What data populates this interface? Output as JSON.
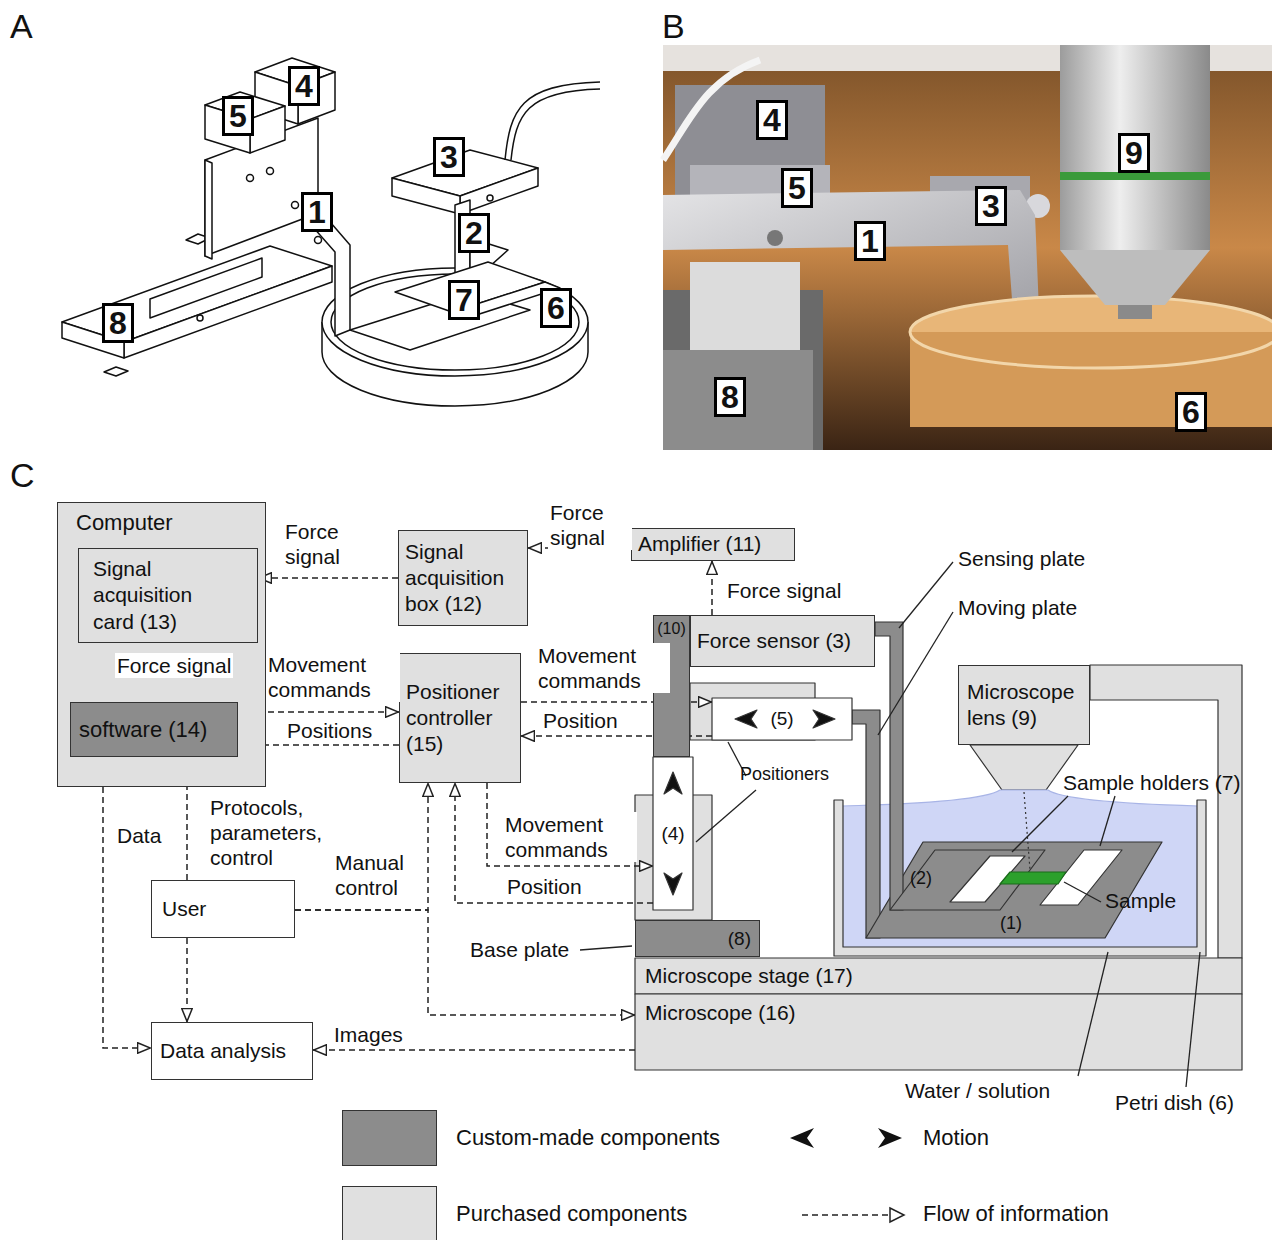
{
  "diagram": {
    "nodes": [
      {
        "text": [
          "Computer"
        ]
      },
      {
        "text": [
          "Signal acquisition card (13)"
        ],
        "in": 0
      },
      {
        "text": [
          "software (14)"
        ],
        "in": 0
      },
      {
        "text": [
          "Signal acquisition box (12)"
        ]
      },
      {
        "text": [
          "Amplifier (11)"
        ]
      },
      {
        "text": [
          "Positioner controller (15)"
        ]
      },
      {
        "text": [
          "(10)"
        ]
      },
      {
        "text": [
          "Force sensor (3)"
        ]
      },
      {
        "text": [
          "(5)"
        ]
      },
      {
        "text": [
          "(4)"
        ]
      },
      {
        "text": [
          "(8)"
        ]
      },
      {
        "text": [
          "Microscope lens (9)"
        ]
      },
      {
        "text": [
          "Microscope stage (17)"
        ]
      },
      {
        "text": [
          "Microscope (16)"
        ]
      },
      {
        "text": [
          "User"
        ]
      },
      {
        "text": [
          "Data analysis"
        ]
      }
    ],
    "edges": [
      {
        "from": 7,
        "to": 4,
        "arrow": "to",
        "label": "Force signal"
      },
      {
        "from": 4,
        "to": 3,
        "arrow": "to",
        "label": "Force signal"
      },
      {
        "from": 3,
        "to": 1,
        "arrow": "to",
        "label": "Force signal"
      },
      {
        "from": 1,
        "to": 2,
        "arrow": "to",
        "label": "Force signal"
      },
      {
        "from": 2,
        "to": 5,
        "arrow": "to",
        "label": "Movement commands"
      },
      {
        "from": 5,
        "to": 2,
        "arrow": "to",
        "label": "Positions"
      },
      {
        "from": 5,
        "to": 8,
        "arrow": "to",
        "label": "Movement commands"
      },
      {
        "from": 8,
        "to": 5,
        "arrow": "to",
        "label": "Position"
      },
      {
        "from": 5,
        "to": 9,
        "arrow": "to",
        "label": "Movement commands"
      },
      {
        "from": 9,
        "to": 5,
        "arrow": "to",
        "label": "Position"
      },
      {
        "from": 14,
        "to": 2,
        "arrow": "to",
        "label": "Protocols, parameters, control"
      },
      {
        "from": 14,
        "to": 5,
        "arrow": "to",
        "label": "Manual control"
      },
      {
        "from": 14,
        "to": 13,
        "arrow": "to"
      },
      {
        "from": 2,
        "to": 15,
        "arrow": "to",
        "label": "Data"
      },
      {
        "from": 14,
        "to": 15,
        "arrow": "to"
      },
      {
        "from": 13,
        "to": 15,
        "arrow": "to",
        "label": "Images"
      }
    ],
    "labels": [
      "A",
      "B",
      "C",
      "4",
      "5",
      "3",
      "1",
      "2",
      "7",
      "6",
      "8",
      "4",
      "9",
      "5",
      "1",
      "3",
      "8",
      "6",
      "Sensing plate",
      "Moving plate",
      "Positioners",
      "Sample holders (7)",
      "Sample",
      "(2)",
      "(1)",
      "Base plate",
      "Water / solution",
      "Petri dish (6)"
    ],
    "legend": [
      {
        "text": "Custom-made components",
        "color": "#8c8c8c"
      },
      {
        "text": "Motion"
      },
      {
        "text": "Purchased components",
        "color": "#e0e0e0"
      },
      {
        "text": "Flow of information"
      }
    ]
  }
}
